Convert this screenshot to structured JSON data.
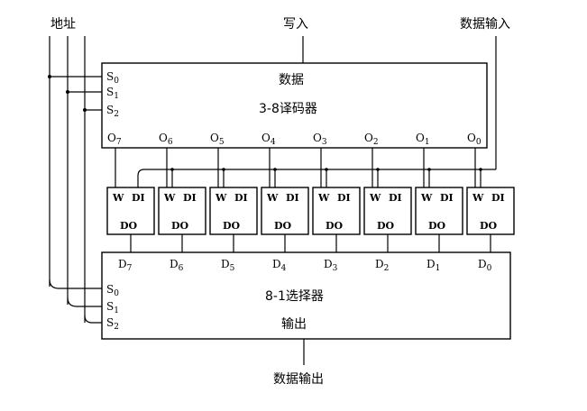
{
  "labels": {
    "address": "地址",
    "write": "写入",
    "data_in": "数据输入",
    "data_out": "数据输出"
  },
  "decoder": {
    "title": "数据",
    "name": "3-8译码器",
    "selects": [
      "S0",
      "S1",
      "S2"
    ],
    "outputs": [
      "O7",
      "O6",
      "O5",
      "O4",
      "O3",
      "O2",
      "O1",
      "O0"
    ]
  },
  "cells": {
    "top_left": "W",
    "top_right": "DI",
    "bottom": "DO",
    "count": 8
  },
  "mux": {
    "name": "8-1选择器",
    "out_label": "输出",
    "selects": [
      "S0",
      "S1",
      "S2"
    ],
    "inputs": [
      "D7",
      "D6",
      "D5",
      "D4",
      "D3",
      "D2",
      "D1",
      "D0"
    ]
  }
}
